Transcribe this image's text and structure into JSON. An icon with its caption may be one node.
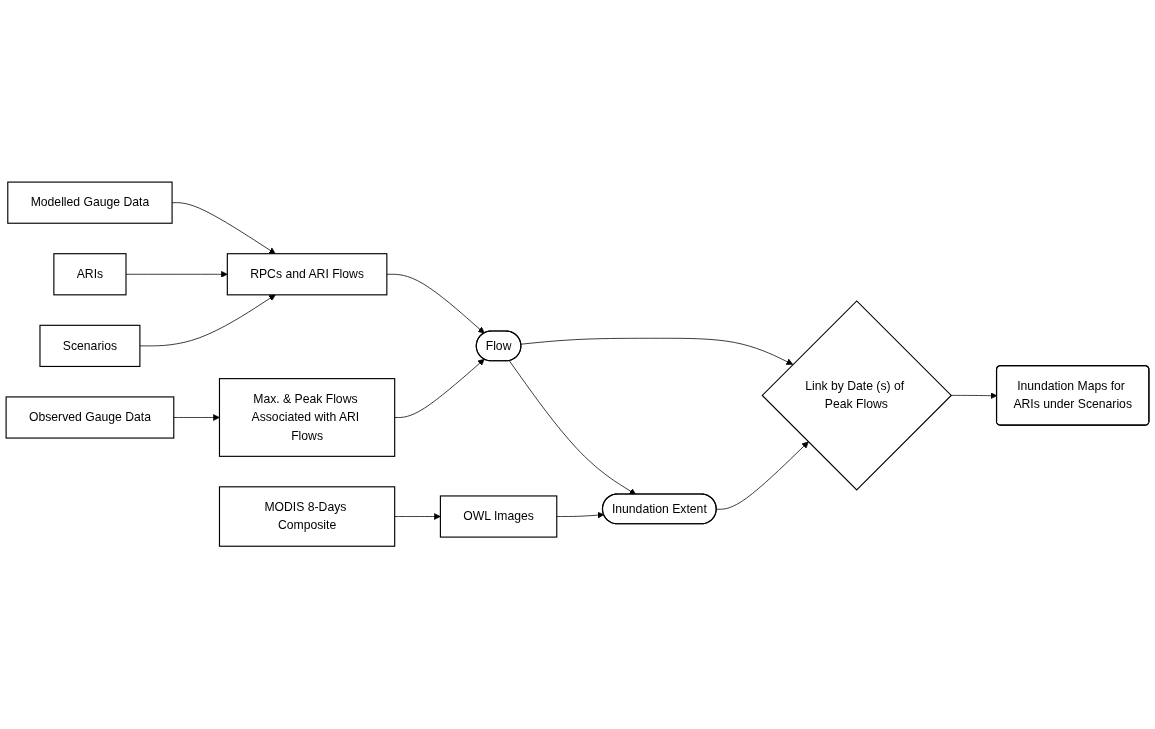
{
  "diagram": {
    "nodes": [
      {
        "text": [
          "Modelled Gauge Data"
        ]
      },
      {
        "text": [
          "ARIs"
        ]
      },
      {
        "text": [
          "RPCs and ARI Flows"
        ]
      },
      {
        "text": [
          "Scenarios"
        ]
      },
      {
        "text": [
          "Max. & Peak Flows Associated with ARI Flows"
        ]
      },
      {
        "text": [
          "Observed Gauge Data"
        ]
      },
      {
        "text": [
          "MODIS 8-Days Composite"
        ]
      },
      {
        "text": [
          "Flow"
        ]
      },
      {
        "text": [
          "Inundation Extent"
        ]
      },
      {
        "text": [
          "OWL Images"
        ]
      },
      {
        "text": [
          "Link by Date (s) of Peak Flows"
        ]
      },
      {
        "text": [
          "Inundation Maps for ARIs under Scenarios"
        ]
      }
    ],
    "edges": [
      {
        "from": 0,
        "to": 2,
        "arrow": "to"
      },
      {
        "from": 1,
        "to": 2,
        "arrow": "to"
      },
      {
        "from": 3,
        "to": 2,
        "arrow": "to"
      },
      {
        "from": 2,
        "to": 7,
        "arrow": "to"
      },
      {
        "from": 4,
        "to": 7,
        "arrow": "to"
      },
      {
        "from": 5,
        "to": 4,
        "arrow": "to"
      },
      {
        "from": 6,
        "to": 9,
        "arrow": "to"
      },
      {
        "from": 7,
        "to": 8,
        "arrow": "to"
      },
      {
        "from": 9,
        "to": 8,
        "arrow": "to"
      },
      {
        "from": 7,
        "to": 10,
        "arrow": "to"
      },
      {
        "from": 8,
        "to": 10,
        "arrow": "to"
      },
      {
        "from": 10,
        "to": 11,
        "arrow": "to"
      }
    ]
  }
}
